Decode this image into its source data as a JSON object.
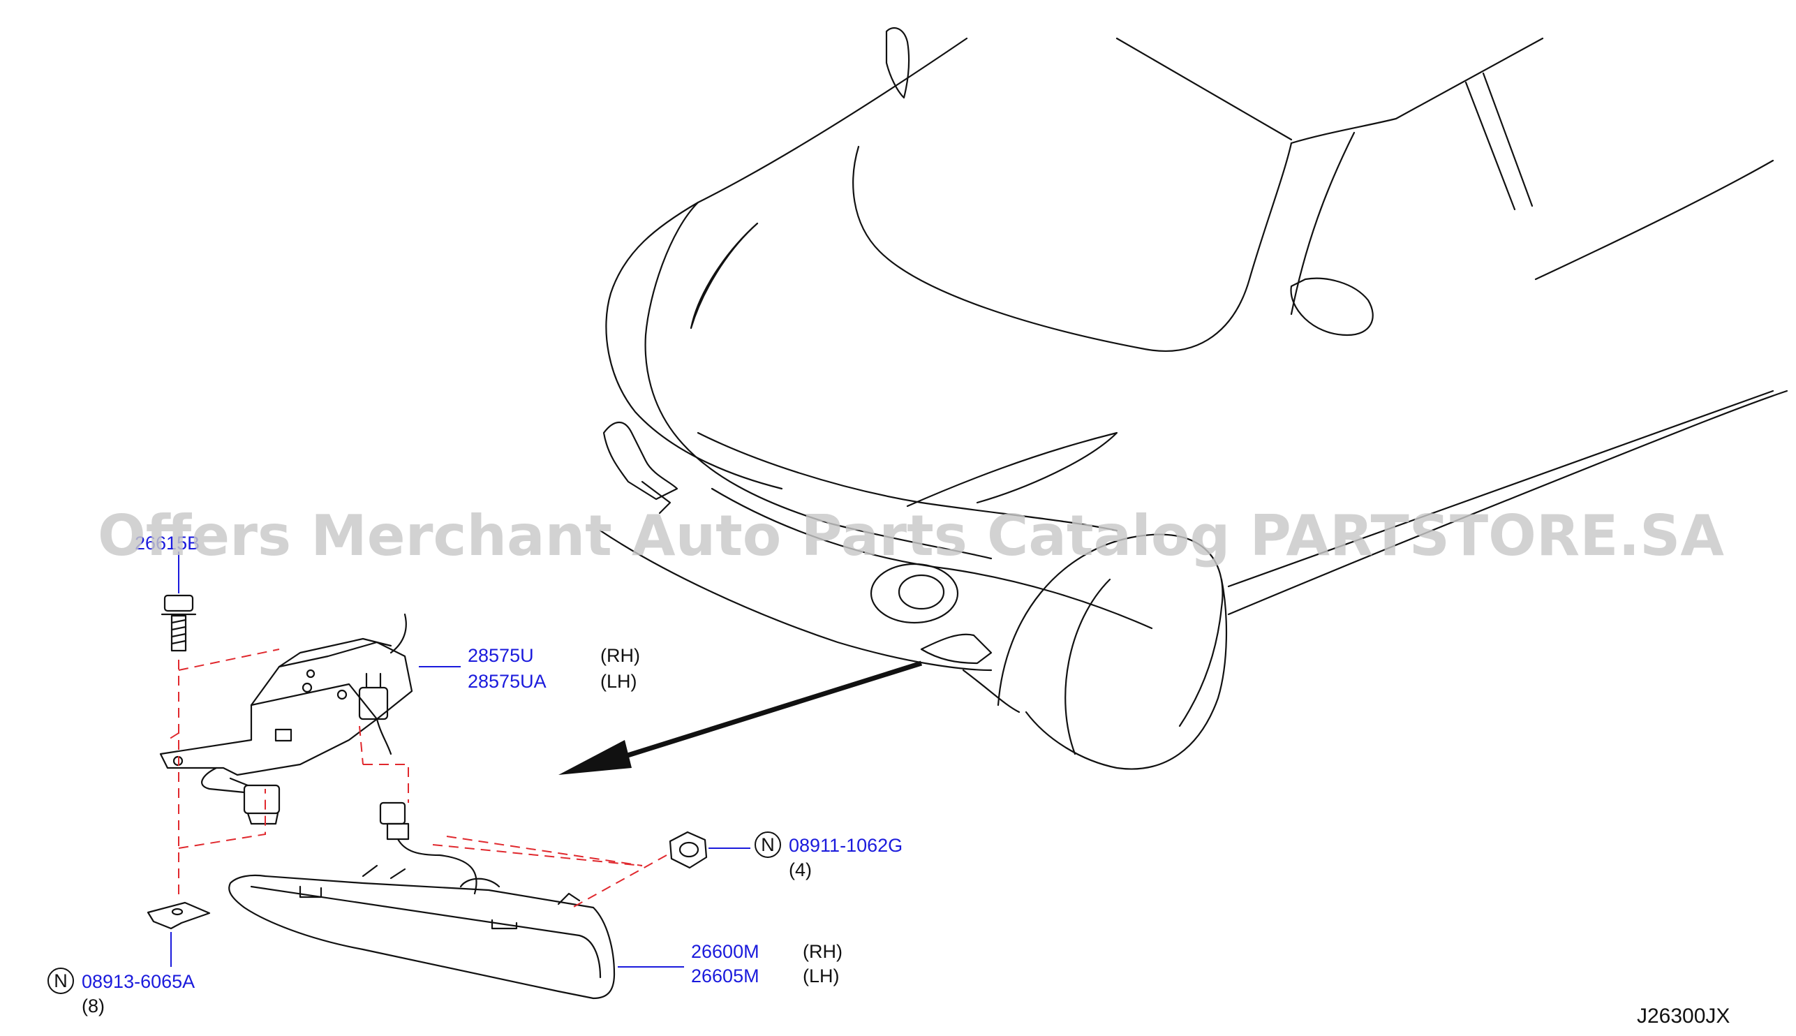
{
  "diagram_code": "J26300JX",
  "watermark": "Offers Merchant Auto Parts Catalog PARTSTORE.SA",
  "notice_symbol": "N",
  "colors": {
    "part_number": "#1a1adc",
    "dashed_lines": "#e0282d",
    "line_art": "#111111"
  },
  "parts": {
    "bolt": {
      "number": "26615B"
    },
    "bracket": {
      "number_rh": "28575U",
      "side_rh": "(RH)",
      "number_lh": "28575UA",
      "side_lh": "(LH)"
    },
    "nut": {
      "number": "08911-1062G",
      "qty": "(4)"
    },
    "lamp": {
      "number_rh": "26600M",
      "side_rh": "(RH)",
      "number_lh": "26605M",
      "side_lh": "(LH)"
    },
    "clip_nut": {
      "number": "08913-6065A",
      "qty": "(8)"
    }
  }
}
